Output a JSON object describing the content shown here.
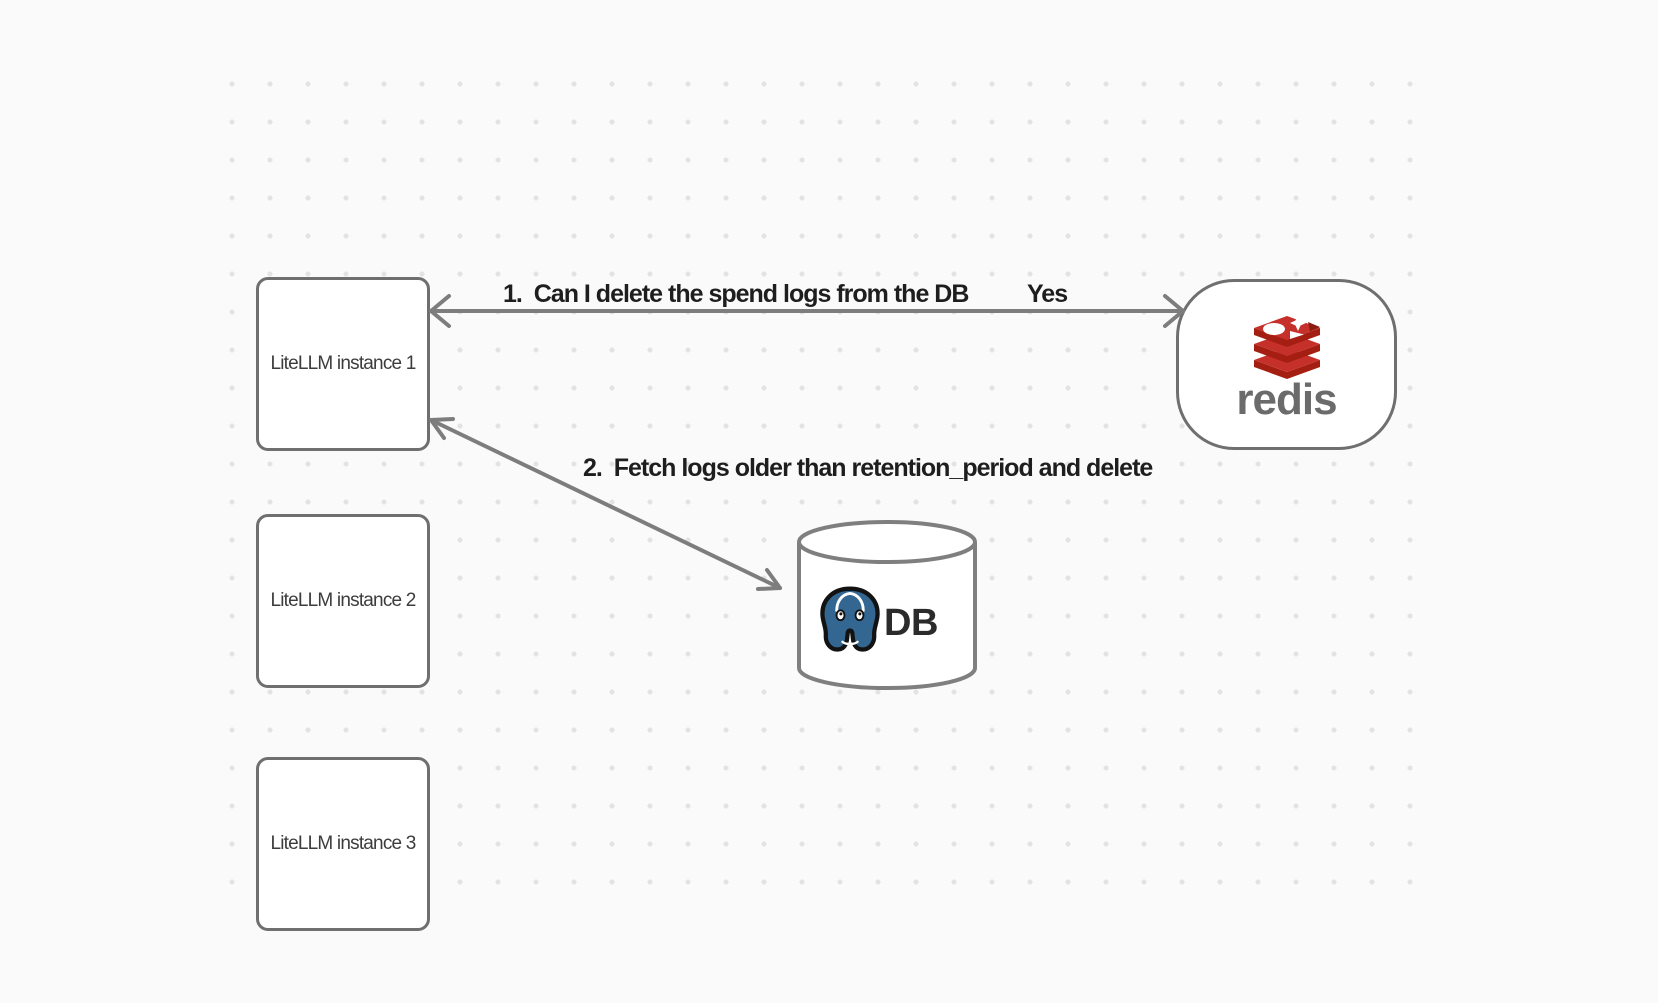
{
  "canvas": {
    "background_color": "#fafafa",
    "dot_color": "#e3e3e3",
    "stroke_color": "#6f6f6f",
    "arrow_color": "#7d7d7d"
  },
  "nodes": {
    "instances": [
      {
        "label": "LiteLLM instance 1"
      },
      {
        "label": "LiteLLM instance 2"
      },
      {
        "label": "LiteLLM instance 3"
      }
    ],
    "redis": {
      "wordmark": "redis",
      "logo_icon": "redis-stack-icon",
      "logo_red": "#C6302B",
      "logo_dark_red": "#A41E11",
      "wordmark_color": "#6b6b6b"
    },
    "db": {
      "label": "DB",
      "logo_icon": "postgresql-elephant-icon",
      "postgres_blue": "#336791"
    }
  },
  "edges": {
    "query": {
      "label": "1.  Can I delete the spend logs from the DB",
      "response": "Yes"
    },
    "fetch": {
      "label": "2.  Fetch logs older than retention_period and delete"
    }
  }
}
